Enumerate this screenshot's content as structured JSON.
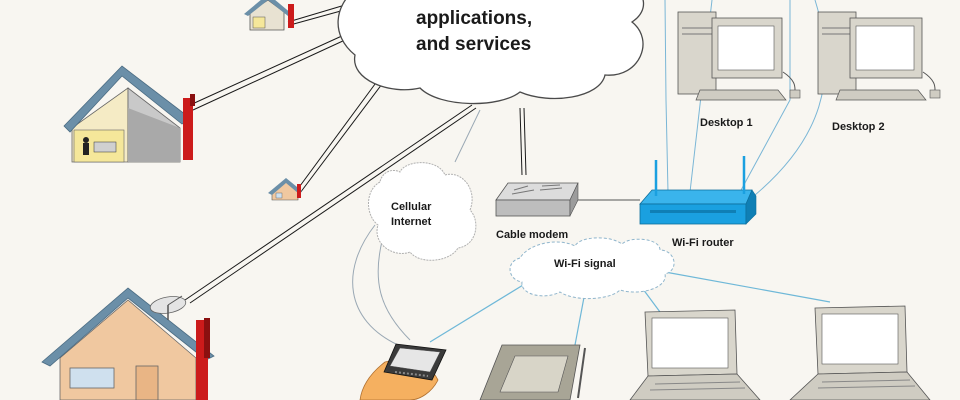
{
  "cloud": {
    "line1": "applications,",
    "line2": "and services"
  },
  "labels": {
    "desktop1": "Desktop 1",
    "desktop2": "Desktop 2",
    "cellular_line1": "Cellular",
    "cellular_line2": "Internet",
    "cable_modem": "Cable modem",
    "wifi_router": "Wi-Fi router",
    "wifi_signal": "Wi-Fi signal"
  },
  "colors": {
    "background": "#f8f6f1",
    "router": "#1aa0e0",
    "roof": "#6b8fa8",
    "house_wall": "#f0c8a0",
    "chimney": "#cc1b1b",
    "cloud_fill": "#ffffff",
    "link_line": "#1a1a1a",
    "wifi_link": "#6fb8d8"
  }
}
